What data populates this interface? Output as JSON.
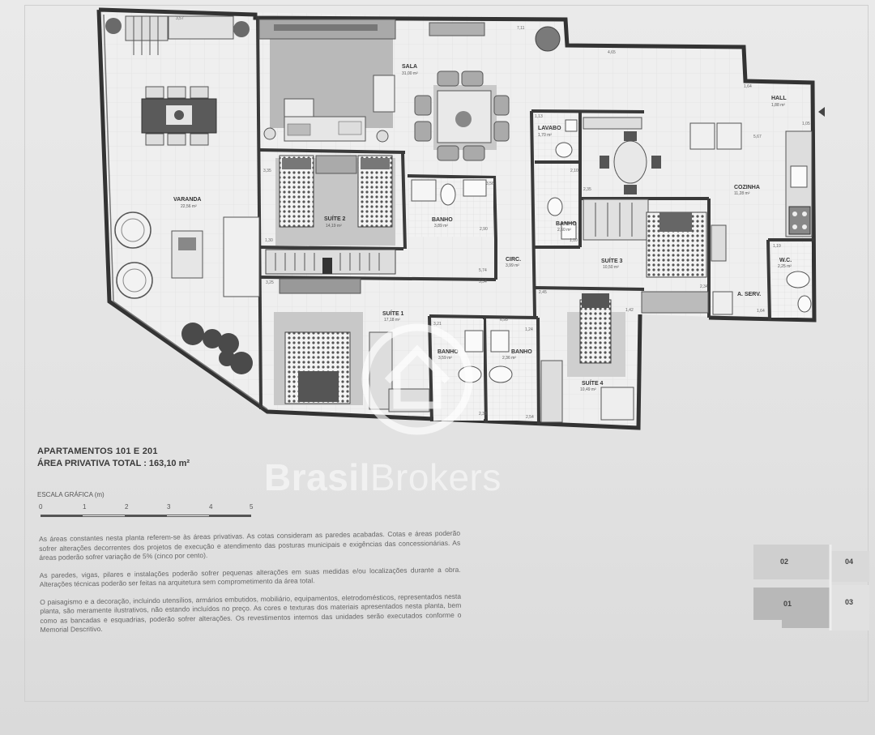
{
  "rooms": {
    "sala": {
      "name": "SALA",
      "area": "31,00 m²"
    },
    "varanda": {
      "name": "VARANDA",
      "area": "22,56 m²"
    },
    "suite2": {
      "name": "SUÍTE 2",
      "area": "14,19 m²"
    },
    "banho_suite2": {
      "name": "BANHO",
      "area": "3,89 m²"
    },
    "lavabo": {
      "name": "LAVABO",
      "area": "1,70 m²"
    },
    "banho_suite3": {
      "name": "BANHO",
      "area": "2,60 m²"
    },
    "cozinha": {
      "name": "COZINHA",
      "area": "11,28 m²"
    },
    "hall": {
      "name": "HALL",
      "area": "1,88 m²"
    },
    "suite3": {
      "name": "SUÍTE 3",
      "area": "10,50 m²"
    },
    "wc": {
      "name": "W.C.",
      "area": "2,25 m²"
    },
    "aserv": {
      "name": "A. SERV."
    },
    "circ": {
      "name": "CIRC.",
      "area": "3,99 m²"
    },
    "suite1": {
      "name": "SUÍTE 1",
      "area": "17,18 m²"
    },
    "banho_suite1": {
      "name": "BANHO",
      "area": "3,59 m²"
    },
    "banho_suite4": {
      "name": "BANHO",
      "area": "2,36 m²"
    },
    "suite4": {
      "name": "SUÍTE 4",
      "area": "10,49 m²"
    }
  },
  "dimensions": [
    "3,57",
    "7,11",
    "4,65",
    "1,64",
    "1,05",
    "3,35",
    "5,74",
    "5,54",
    "3,25",
    "1,30",
    "3,56",
    "2,90",
    "1,13",
    "2,10",
    "2,35",
    "2,34",
    "1,10",
    "1,64",
    "1,42",
    "2,45",
    "6,95",
    "3,21",
    "2,38",
    "1,24",
    "2,54",
    "1,19",
    "5,67"
  ],
  "title": "APARTAMENTOS 101 E 201",
  "subtitle": "ÁREA PRIVATIVA TOTAL : 163,10 m²",
  "scale": {
    "label": "ESCALA GRÁFICA (m)",
    "ticks": [
      "0",
      "1",
      "2",
      "3",
      "4",
      "5"
    ]
  },
  "notes": [
    "As áreas constantes nesta planta referem-se às áreas privativas. As cotas consideram as paredes acabadas. Cotas e áreas poderão sofrer alterações decorrentes dos projetos de execução e atendimento das posturas municipais e exigências das concessionárias. As áreas poderão sofrer variação de 5% (cinco por cento).",
    "As paredes, vigas, pilares e instalações poderão sofrer pequenas alterações em suas medidas e/ou localizações durante a obra. Alterações técnicas poderão ser feitas na arquitetura sem comprometimento da área total.",
    "O paisagismo e a decoração, incluindo utensílios, armários embutidos, mobiliário, equipamentos, eletrodomésticos, representados nesta planta, são meramente ilustrativos, não estando incluídos no preço. As cores e texturas dos materiais apresentados nesta planta, bem como as bancadas e esquadrias, poderão sofrer alterações. Os revestimentos internos das unidades serão executados conforme o Memorial Descritivo."
  ],
  "watermark": {
    "bold": "Brasil",
    "light": "Brokers"
  },
  "keyplan": [
    "02",
    "04",
    "01",
    "03"
  ],
  "colors": {
    "wall": "#3a3a3a",
    "floor": "#f0f0f0",
    "rug": "#bdbdbd",
    "keyplan_highlight": "#b8b8b8"
  }
}
